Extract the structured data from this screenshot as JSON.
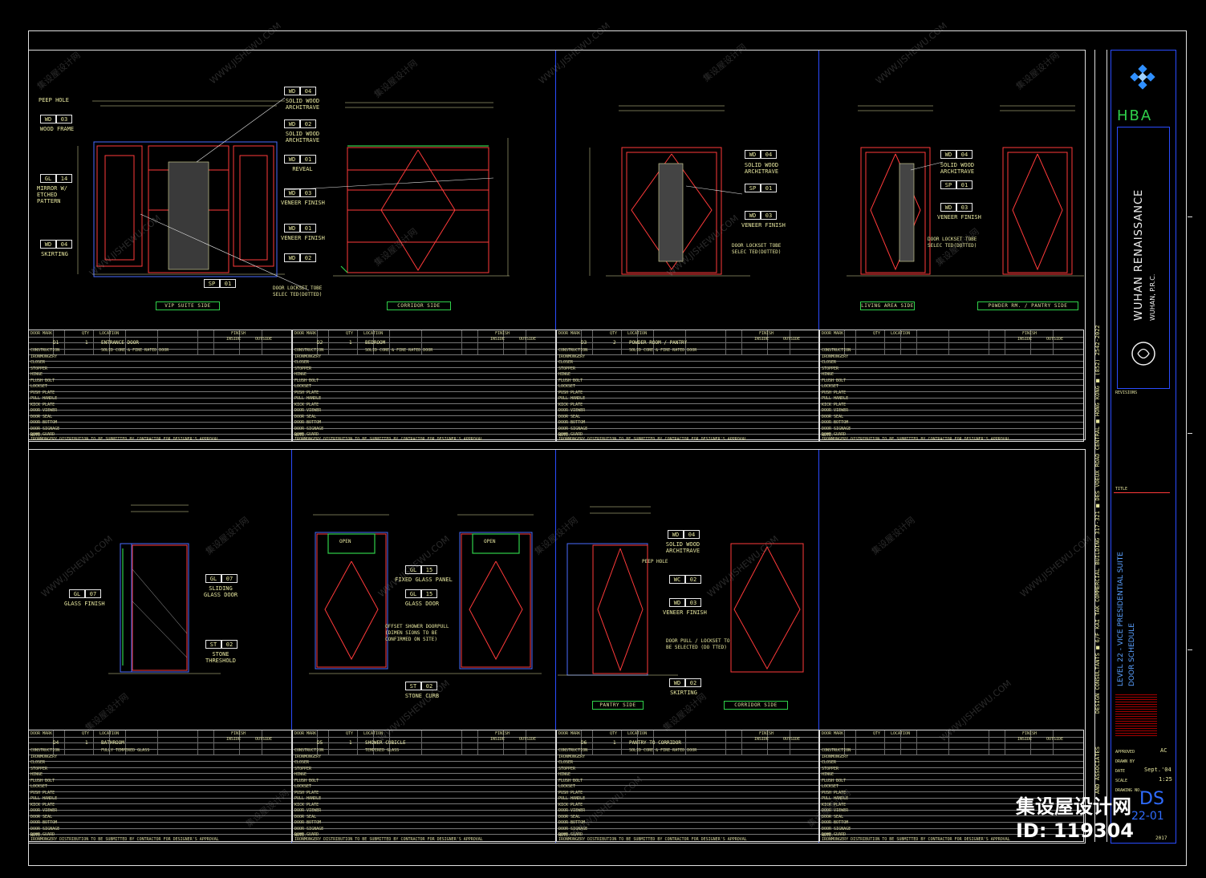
{
  "panels_top": [
    {
      "title": "VIP SUITE SIDE"
    },
    {
      "title": "CORRIDOR SIDE"
    },
    {
      "title": "LIVING AREA SIDE"
    },
    {
      "title": "POWDER RM. / PANTRY SIDE"
    }
  ],
  "panels_bottom": [
    {
      "title": "PANTRY SIDE"
    },
    {
      "title": "CORRIDOR SIDE"
    }
  ],
  "tags_top": [
    {
      "code": "WD",
      "num": "04",
      "text": "SOLID WOOD ARCHITRAVE"
    },
    {
      "code": "WD",
      "num": "02",
      "text": "SOLID WOOD ARCHITRAVE"
    },
    {
      "code": "WD",
      "num": "01",
      "text": "REVEAL"
    },
    {
      "code": "WD",
      "num": "03",
      "text": "VENEER FINISH"
    },
    {
      "code": "WD",
      "num": "01",
      "text": "VENEER FINISH"
    },
    {
      "code": "WD",
      "num": "02",
      "text": ""
    },
    {
      "code": "WD",
      "num": "03",
      "text": "WOOD FRAME"
    },
    {
      "code": "GL",
      "num": "14",
      "text": "MIRROR W/ ETCHED PATTERN"
    },
    {
      "code": "WD",
      "num": "04",
      "text": "SKIRTING"
    },
    {
      "code": "SP",
      "num": "01",
      "text": ""
    },
    {
      "code": "WD",
      "num": "04",
      "text": "SOLID WOOD ARCHITRAVE"
    },
    {
      "code": "SP",
      "num": "01",
      "text": ""
    },
    {
      "code": "WD",
      "num": "03",
      "text": "VENEER FINISH"
    },
    {
      "code": "WD",
      "num": "04",
      "text": "SOLID WOOD ARCHITRAVE"
    },
    {
      "code": "SP",
      "num": "01",
      "text": ""
    },
    {
      "code": "WD",
      "num": "03",
      "text": "VENEER FINISH"
    }
  ],
  "notes_top": [
    {
      "text": "PEEP HOLE"
    },
    {
      "text": "DOOR LOCKSET TOBE SELEC TED(DOTTED)"
    },
    {
      "text": "DOOR LOCKSET TOBE SELEC TED(DOTTED)"
    },
    {
      "text": "DOOR LOCKSET TOBE SELEC TED(DOTTED)"
    }
  ],
  "tags_bottom": [
    {
      "code": "GL",
      "num": "07",
      "text": "SLIDING GLASS DOOR"
    },
    {
      "code": "GL",
      "num": "07",
      "text": "GLASS FINISH"
    },
    {
      "code": "ST",
      "num": "02",
      "text": "STONE THRESHOLD"
    },
    {
      "code": "GL",
      "num": "15",
      "text": "FIXED GLASS PANEL"
    },
    {
      "code": "GL",
      "num": "15",
      "text": "GLASS DOOR"
    },
    {
      "code": "ST",
      "num": "02",
      "text": "STONE CURB"
    },
    {
      "code": "WD",
      "num": "04",
      "text": "SOLID WOOD ARCHITRAVE"
    },
    {
      "code": "WC",
      "num": "02",
      "text": ""
    },
    {
      "code": "WD",
      "num": "03",
      "text": "VENEER FINISH"
    },
    {
      "code": "WD",
      "num": "02",
      "text": "SKIRTING"
    }
  ],
  "notes_bottom": [
    {
      "text": "OPEN"
    },
    {
      "text": "OPEN"
    },
    {
      "text": "OFFSET SHOWER DOORPULL (DIMEN SIONS TO BE CONFIRMED ON SITE)"
    },
    {
      "text": "PEEP HOLE"
    },
    {
      "text": "DOOR PULL / LOCKSET TO BE SELECTED (DO TTED)"
    }
  ],
  "schedules_top": [
    {
      "mark": "D1",
      "qty": "1",
      "location": "ENTRANCE DOOR",
      "construction": "SOLID CORE & FIRE RATED DOOR"
    },
    {
      "mark": "D2",
      "qty": "1",
      "location": "BEDROOM",
      "construction": "SOLID CORE & FIRE RATED DOOR"
    },
    {
      "mark": "D3",
      "qty": "2",
      "location": "POWDER ROOM / PANTRY",
      "construction": "SOLID CORE & FIRE RATED DOOR"
    }
  ],
  "schedules_bottom": [
    {
      "mark": "D4",
      "qty": "1",
      "location": "BATHROOM",
      "construction": "FULLY TEMPERED GLASS"
    },
    {
      "mark": "D5",
      "qty": "1",
      "location": "SHOWER CUBICLE",
      "construction": "TEMPERED GLASS"
    },
    {
      "mark": "D6",
      "qty": "1",
      "location": "PANTRY TO CORRIDOR",
      "construction": "SOLID CORE & FIRE RATED DOOR"
    }
  ],
  "schedule_headers": {
    "door_mark": "DOOR MARK",
    "qty": "QTY",
    "location": "LOCATION",
    "finish": "FINISH",
    "inside": "INSIDE",
    "outside": "OUTSIDE"
  },
  "schedule_rows": [
    "CONSTRUCTION",
    "IRONMONGERY",
    "CLOSER",
    "STOPPER",
    "HINGE",
    "FLUSH BOLT",
    "LOCKSET",
    "PUSH PLATE",
    "PULL HANDLE",
    "KICK PLATE",
    "DOOR VIEWER",
    "DOOR SEAL",
    "DOOR BOTTOM",
    "DOOR SIGNAGE",
    "DOOR GUARD"
  ],
  "schedule_note": "IRONMONGERY DISTRIBUTION TO BE SUBMITTED BY CONTRACTOR FOR DESIGNER'S APPROVAL",
  "schedule_note_label": "NOTE:",
  "title_block": {
    "firm_strip": "DESIGN CONSULTANTS   ■ 6/F KAI TAK COMMERCIAL BUILDING 317-321   ■ DES VOEUX ROAD CENTRAL   ■ HONG KONG   ■ (852) 2542-2022",
    "firm_strip2": "AND ASSOCIATES",
    "logo": "HBA",
    "project": "WUHAN RENAISSANCE",
    "location": "WUHAN, P.R.C.",
    "revisions_label": "REVISIONS",
    "title_label": "TITLE",
    "sheet_title_1": "LEVEL 22 - VICE PRESIDENTIAL SUITE",
    "sheet_title_2": "DOOR SCHEDULE",
    "approved_label": "APPROVED",
    "approved_value": "AC",
    "drawn_label": "DRAWN BY",
    "date_label": "DATE",
    "date_value": "Sept.'04",
    "scale_label": "SCALE",
    "scale_value": "1:25",
    "drawing_label": "DRAWING NO.",
    "drawing_value": "DS",
    "drawing_value2": "22-01",
    "year_value": "2017"
  },
  "watermark": {
    "cn": "集设屋设计网",
    "en": "WWW.JISHEWU.COM",
    "brand": "集设屋设计网",
    "id": "ID: 119304"
  }
}
